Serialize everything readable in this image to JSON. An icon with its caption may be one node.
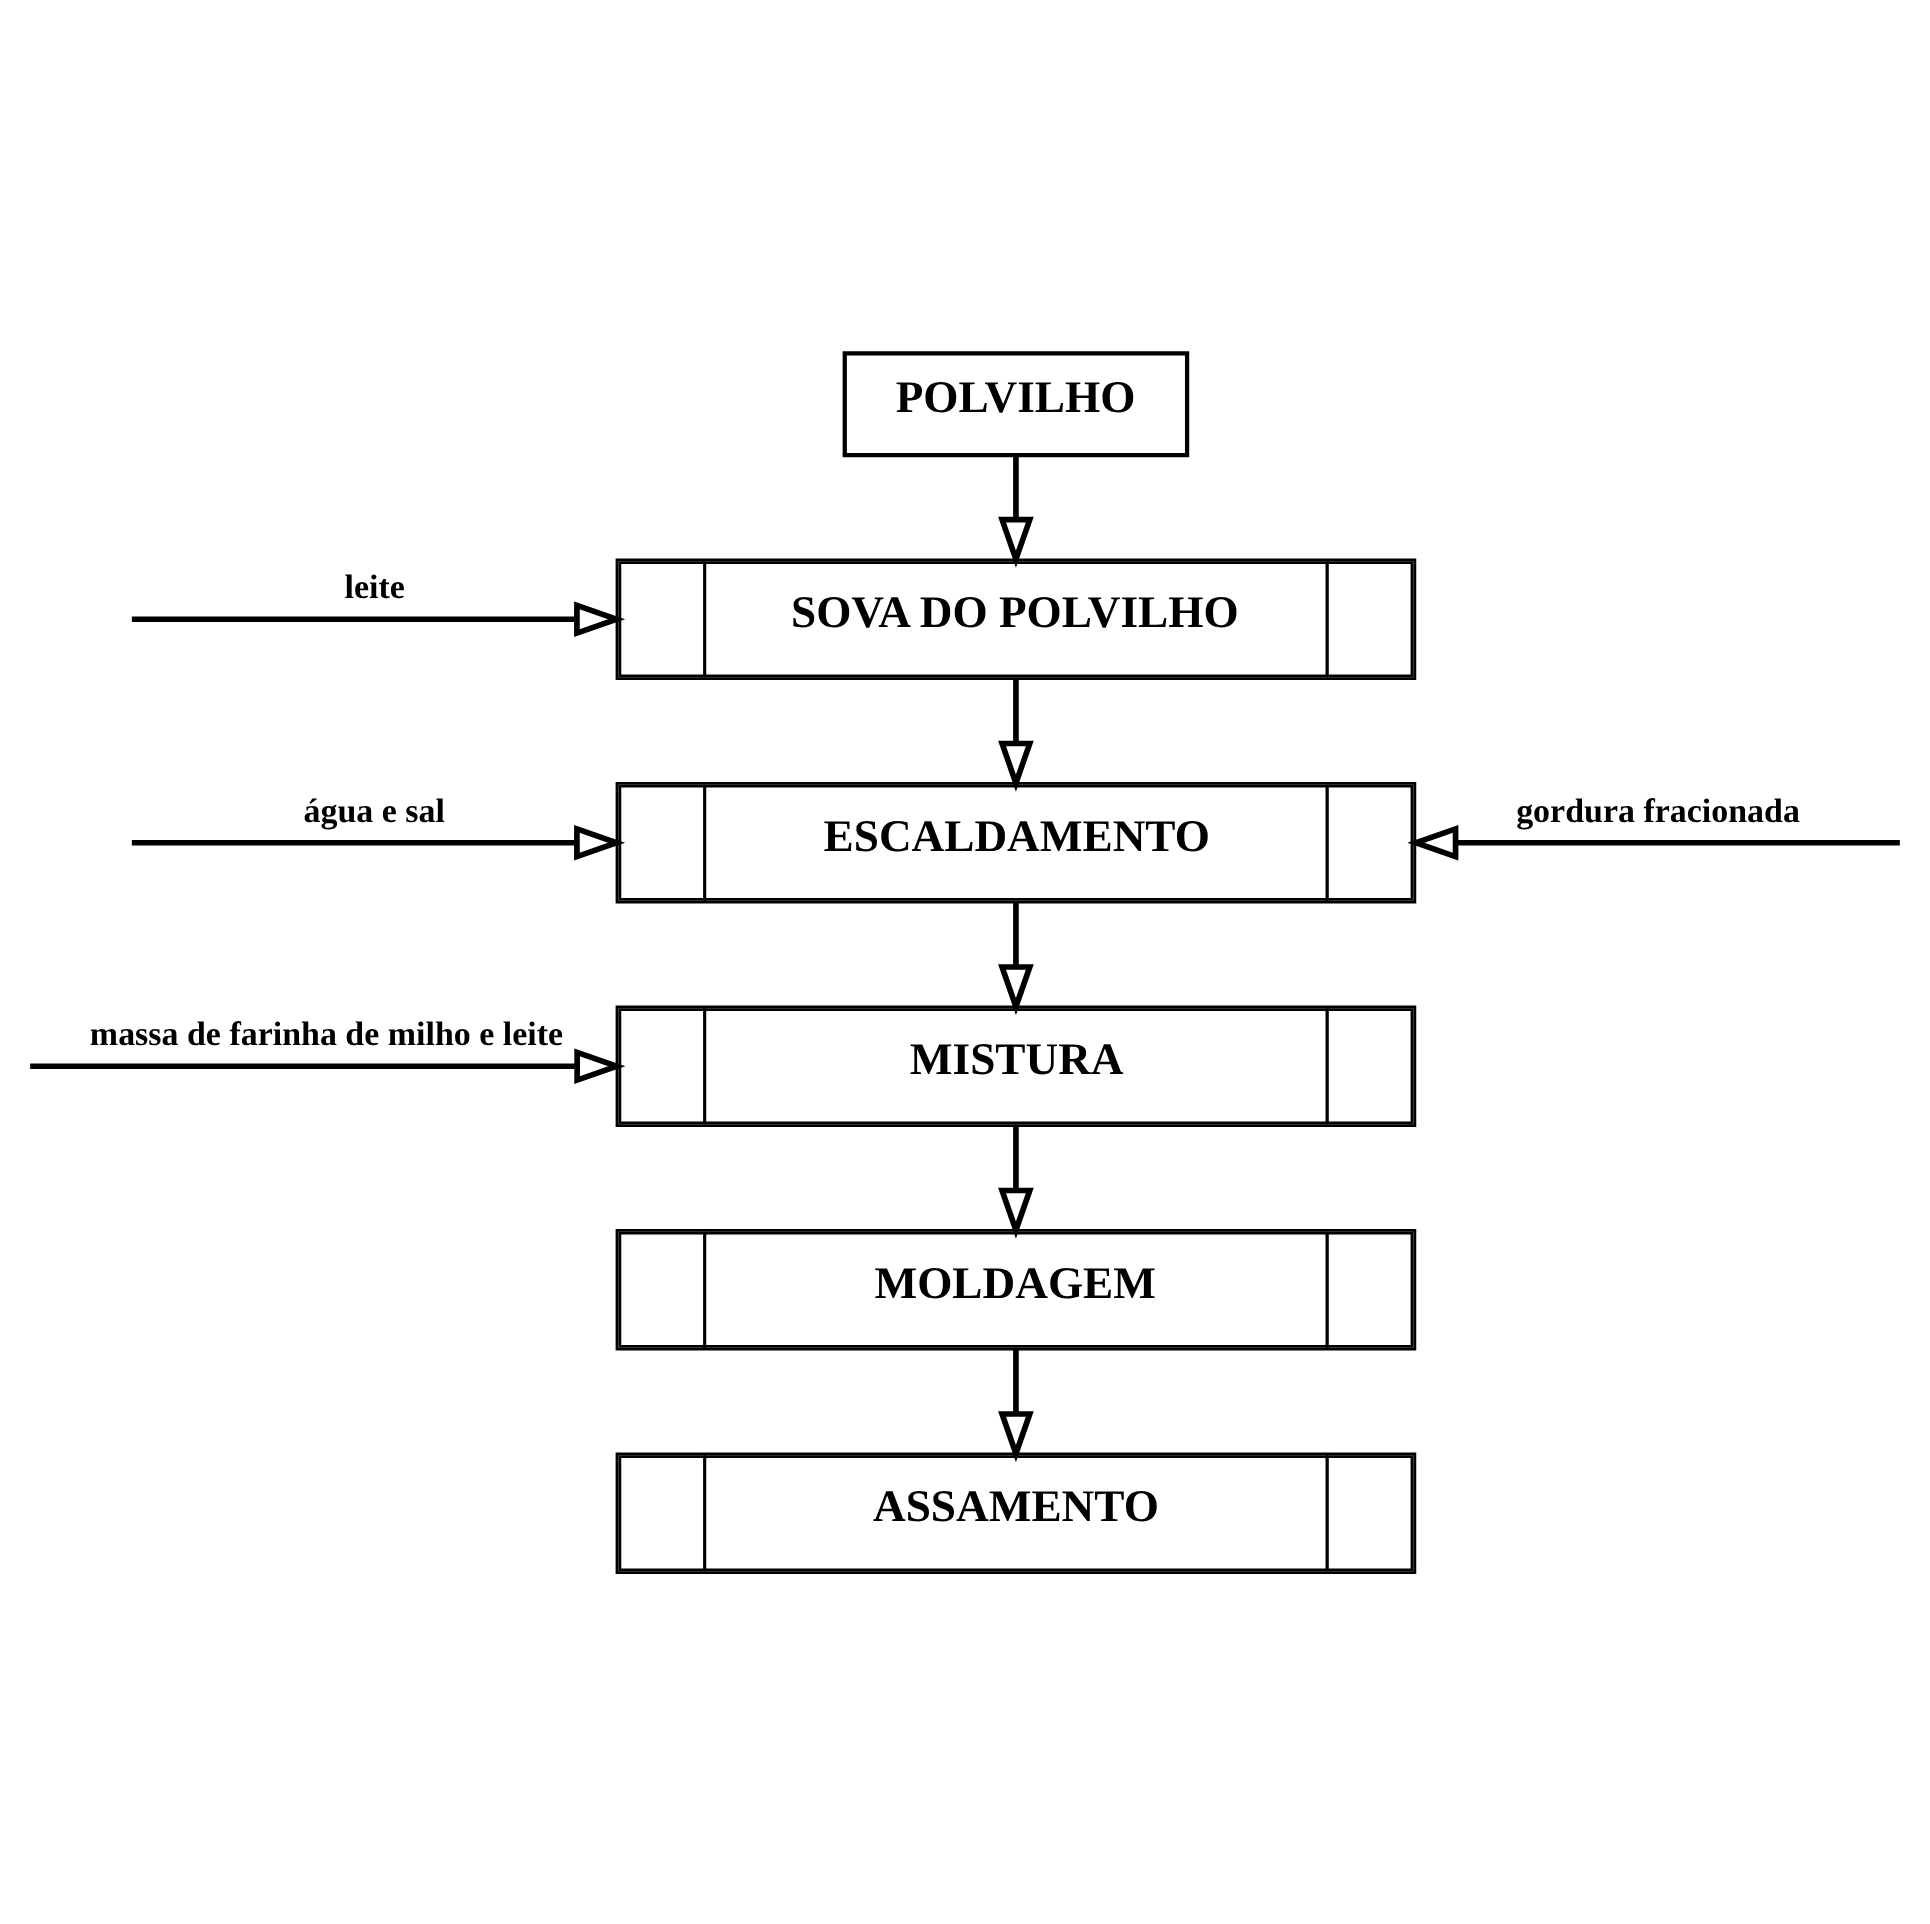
{
  "diagram": {
    "nodes": [
      {
        "text": [
          "POLVILHO"
        ]
      },
      {
        "text": [
          "SOVA DO POLVILHO"
        ]
      },
      {
        "text": [
          "ESCALDAMENTO"
        ]
      },
      {
        "text": [
          "MISTURA"
        ]
      },
      {
        "text": [
          "MOLDAGEM"
        ]
      },
      {
        "text": [
          "ASSAMENTO"
        ]
      }
    ],
    "edges": [
      {
        "from": 0,
        "to": 1,
        "arrow": "to"
      },
      {
        "from": null,
        "to": 1,
        "arrow": "to",
        "label": "leite"
      },
      {
        "from": 1,
        "to": 2,
        "arrow": "to"
      },
      {
        "from": null,
        "to": 2,
        "arrow": "to",
        "label": "água e sal"
      },
      {
        "from": null,
        "to": 2,
        "arrow": "to",
        "label": "gordura fracionada"
      },
      {
        "from": 2,
        "to": 3,
        "arrow": "to"
      },
      {
        "from": null,
        "to": 3,
        "arrow": "to",
        "label": "massa de farinha de milho e leite"
      },
      {
        "from": 3,
        "to": 4,
        "arrow": "to"
      },
      {
        "from": 4,
        "to": 5,
        "arrow": "to"
      }
    ]
  }
}
